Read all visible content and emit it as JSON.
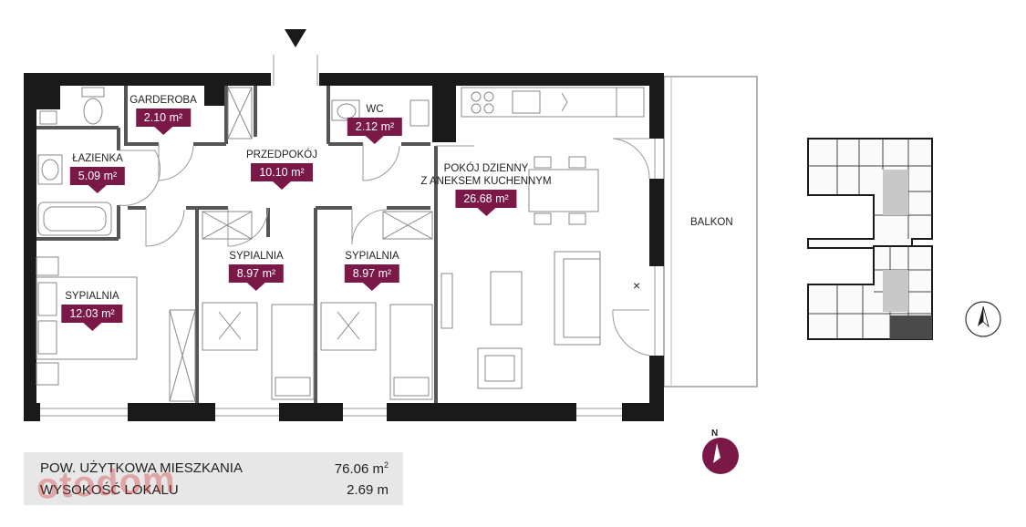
{
  "rooms": [
    {
      "key": "garderoba",
      "name": "GARDEROBA",
      "area": "2.10 m²"
    },
    {
      "key": "wc",
      "name": "WC",
      "area": "2.12 m²"
    },
    {
      "key": "lazienka",
      "name": "ŁAZIENKA",
      "area": "5.09 m²"
    },
    {
      "key": "przedpokoj",
      "name": "PRZEDPOKÓJ",
      "area": "10.10 m²"
    },
    {
      "key": "pokoj",
      "name1": "POKÓJ DZIENNY",
      "name2": "Z ANEKSEM KUCHENNYM",
      "area": "26.68 m²"
    },
    {
      "key": "sypialnia2",
      "name": "SYPIALNIA",
      "area": "8.97 m²"
    },
    {
      "key": "sypialnia3",
      "name": "SYPIALNIA",
      "area": "8.97 m²"
    },
    {
      "key": "sypialnia1",
      "name": "SYPIALNIA",
      "area": "12.03 m²"
    }
  ],
  "balcony_label": "BALKON",
  "x_mark": "×",
  "compass_letter": "N",
  "info": {
    "usable_area_label": "POW. UŻYTKOWA MIESZKANIA",
    "usable_area_value": "76.06 m",
    "usable_area_unit_sup": "2",
    "height_label": "WYSOKOŚĆ LOKALU",
    "height_value": "2.69 m"
  },
  "watermark": "otodom",
  "colors": {
    "accent": "#7a1848",
    "wall": "#1a1a1a",
    "highlight_unit": "#4a4a4a",
    "panel": "#e7e7e7"
  }
}
